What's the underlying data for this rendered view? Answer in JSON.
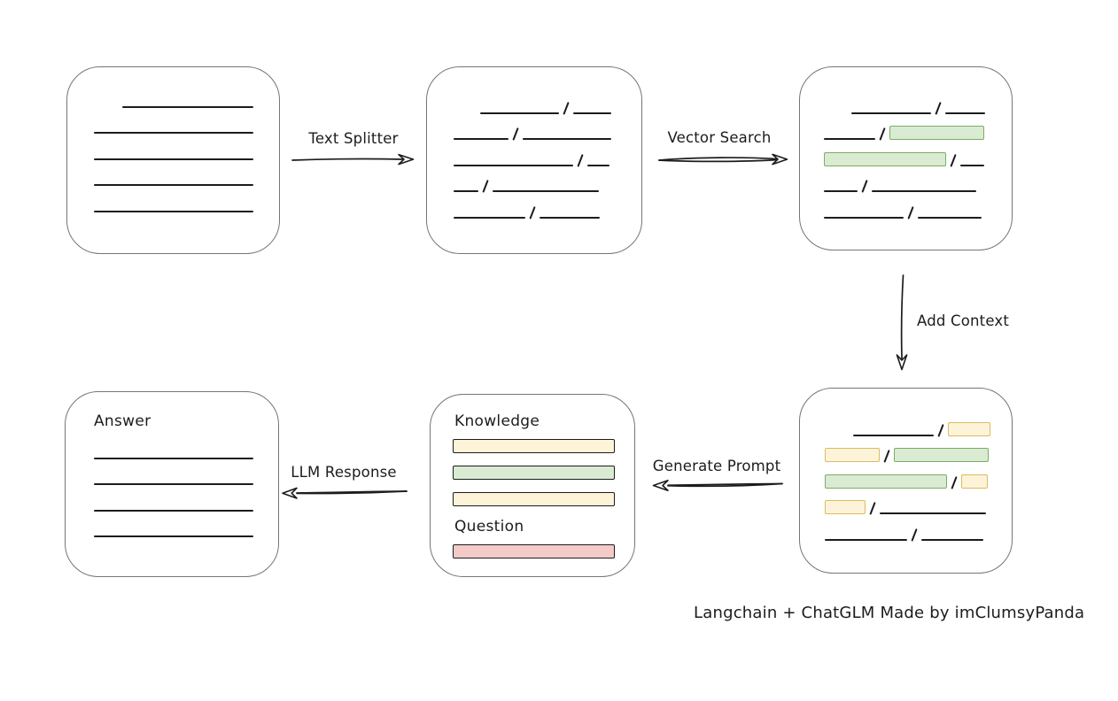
{
  "colors": {
    "ink": "#1c1c1c",
    "box_border": "#757575",
    "yellow_fill": "#fcf3d9",
    "yellow_stroke": "#dcbc5d",
    "green_fill": "#d9ebd2",
    "green_stroke": "#7dac63",
    "red_fill": "#f3cac7",
    "red_stroke": "#c4706a"
  },
  "caption": "Langchain + ChatGLM Made by imClumsyPanda",
  "edges": {
    "text_splitter": {
      "label": "Text Splitter",
      "direction": "right"
    },
    "vector_search": {
      "label": "Vector Search",
      "direction": "right"
    },
    "add_context": {
      "label": "Add Context",
      "direction": "down"
    },
    "generate_prompt": {
      "label": "Generate Prompt",
      "direction": "left"
    },
    "llm_response": {
      "label": "LLM Response",
      "direction": "left"
    }
  },
  "boxes": {
    "document": {
      "rows": [
        [
          {
            "t": "gap",
            "w": 32
          },
          {
            "t": "line",
            "w": 148
          }
        ],
        [
          {
            "t": "line",
            "w": 180
          }
        ],
        [
          {
            "t": "line",
            "w": 180
          }
        ],
        [
          {
            "t": "line",
            "w": 180
          }
        ],
        [
          {
            "t": "line",
            "w": 180
          }
        ]
      ]
    },
    "split_chunks": {
      "rows": [
        [
          {
            "t": "gap",
            "w": 30
          },
          {
            "t": "line",
            "w": 89
          },
          {
            "t": "slash"
          },
          {
            "t": "line",
            "w": 43
          }
        ],
        [
          {
            "t": "line",
            "w": 62
          },
          {
            "t": "slash"
          },
          {
            "t": "line",
            "w": 100
          }
        ],
        [
          {
            "t": "line",
            "w": 135
          },
          {
            "t": "slash"
          },
          {
            "t": "line",
            "w": 25
          }
        ],
        [
          {
            "t": "line",
            "w": 28
          },
          {
            "t": "slash"
          },
          {
            "t": "line",
            "w": 120
          }
        ],
        [
          {
            "t": "line",
            "w": 81
          },
          {
            "t": "slash"
          },
          {
            "t": "line",
            "w": 68
          }
        ]
      ]
    },
    "vector_matches": {
      "rows": [
        [
          {
            "t": "gap",
            "w": 31
          },
          {
            "t": "line",
            "w": 90
          },
          {
            "t": "slash"
          },
          {
            "t": "line",
            "w": 45
          }
        ],
        [
          {
            "t": "line",
            "w": 58
          },
          {
            "t": "slash"
          },
          {
            "t": "bar",
            "c": "green",
            "w": 107
          }
        ],
        [
          {
            "t": "bar",
            "c": "green",
            "w": 138
          },
          {
            "t": "slash"
          },
          {
            "t": "line",
            "w": 27
          }
        ],
        [
          {
            "t": "line",
            "w": 38
          },
          {
            "t": "slash"
          },
          {
            "t": "line",
            "w": 118
          }
        ],
        [
          {
            "t": "line",
            "w": 90
          },
          {
            "t": "slash"
          },
          {
            "t": "line",
            "w": 72
          }
        ]
      ]
    },
    "context_chunks": {
      "rows": [
        [
          {
            "t": "gap",
            "w": 32
          },
          {
            "t": "line",
            "w": 91
          },
          {
            "t": "slash"
          },
          {
            "t": "bar",
            "c": "yellow",
            "w": 48
          }
        ],
        [
          {
            "t": "bar",
            "c": "yellow",
            "w": 62
          },
          {
            "t": "slash"
          },
          {
            "t": "bar",
            "c": "green",
            "w": 107
          }
        ],
        [
          {
            "t": "bar",
            "c": "green",
            "w": 138
          },
          {
            "t": "slash"
          },
          {
            "t": "bar",
            "c": "yellow",
            "w": 30
          }
        ],
        [
          {
            "t": "bar",
            "c": "yellow",
            "w": 46
          },
          {
            "t": "slash"
          },
          {
            "t": "line",
            "w": 120
          }
        ],
        [
          {
            "t": "line",
            "w": 93
          },
          {
            "t": "slash"
          },
          {
            "t": "line",
            "w": 70
          }
        ]
      ]
    },
    "prompt": {
      "knowledge_label": "Knowledge",
      "question_label": "Question",
      "knowledge_bars": [
        {
          "t": "bar",
          "c": "yellow",
          "w": 183
        },
        {
          "t": "bar",
          "c": "green",
          "w": 183
        },
        {
          "t": "bar",
          "c": "yellow",
          "w": 183
        }
      ],
      "question_bars": [
        {
          "t": "bar",
          "c": "red",
          "w": 183
        }
      ]
    },
    "answer": {
      "label": "Answer",
      "rows": [
        [
          {
            "t": "line",
            "w": 180
          }
        ],
        [
          {
            "t": "line",
            "w": 180
          }
        ],
        [
          {
            "t": "line",
            "w": 180
          }
        ],
        [
          {
            "t": "line",
            "w": 180
          }
        ]
      ]
    }
  }
}
